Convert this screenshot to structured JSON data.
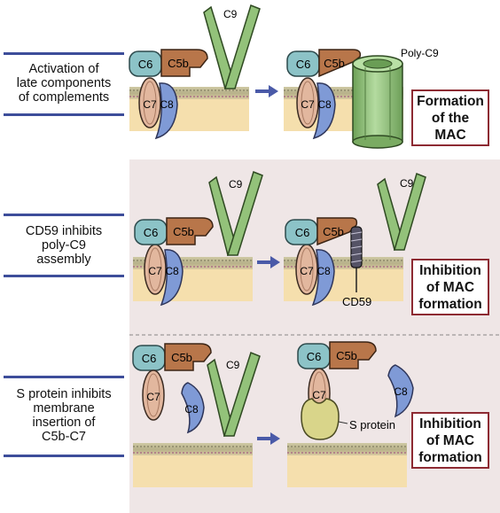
{
  "rows": [
    {
      "caption_lines": [
        "Activation of",
        "late components",
        "of complements"
      ],
      "result_lines": [
        "Formation",
        "of the",
        "MAC"
      ]
    },
    {
      "caption_lines": [
        "CD59 inhibits",
        "poly-C9",
        "assembly"
      ],
      "result_lines": [
        "Inhibition",
        "of MAC",
        "formation"
      ]
    },
    {
      "caption_lines": [
        "S protein inhibits",
        "membrane",
        "insertion of",
        "C5b-C7"
      ],
      "result_lines": [
        "Inhibition",
        "of MAC",
        "formation"
      ]
    }
  ],
  "components": {
    "c5b": "C5b",
    "c6": "C6",
    "c7": "C7",
    "c8": "C8",
    "c9": "C9",
    "poly_c9": "Poly-C9",
    "cd59": "CD59",
    "s_protein": "S protein"
  },
  "colors": {
    "panel_background": "#efe6e6",
    "c6_fill": "#8cc3c7",
    "c5b_fill": "#b8764a",
    "c7_fill": "#e2b79e",
    "c8_fill": "#7f9ad6",
    "c9_fill": "#93c27a",
    "membrane_fill": "#f5dfad",
    "caption_rule": "#3d4d9a",
    "result_border": "#8d2a32",
    "arrow": "#4a5aa8",
    "s_protein_fill": "#d9d58a"
  }
}
